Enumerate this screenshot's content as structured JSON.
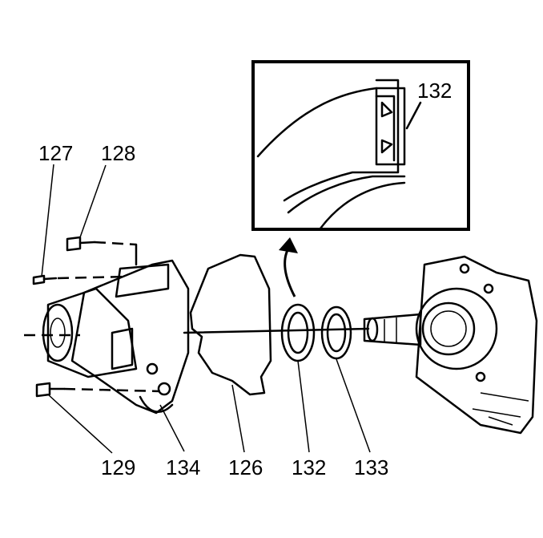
{
  "diagram": {
    "callouts": {
      "c127": "127",
      "c128": "128",
      "c129": "129",
      "c134": "134",
      "c126": "126",
      "c132": "132",
      "c133": "133",
      "c132_detail": "132"
    }
  }
}
